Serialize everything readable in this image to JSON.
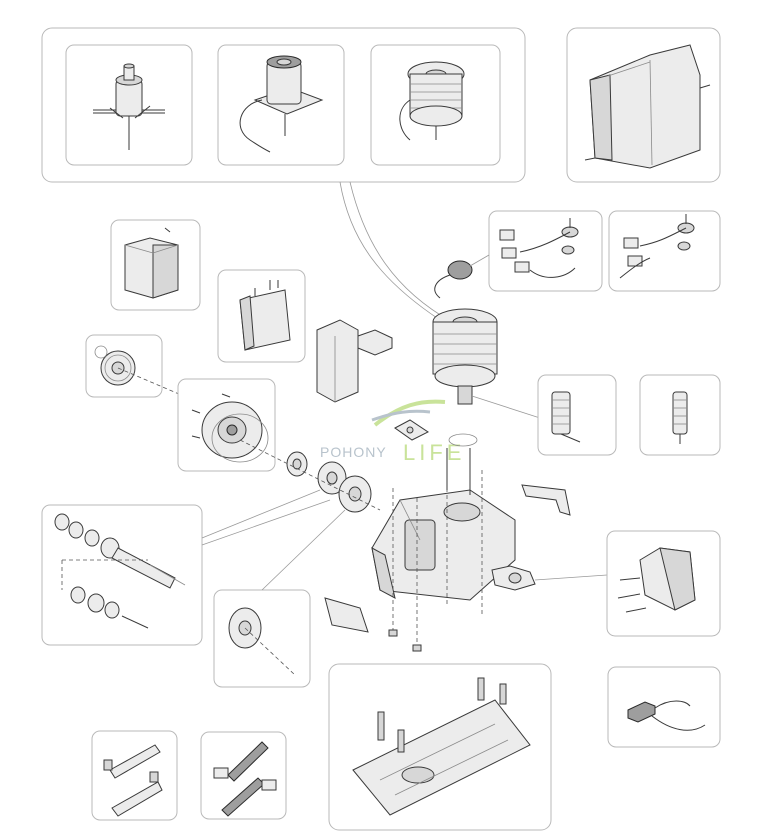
{
  "watermark": {
    "brand_left": "POHONY",
    "brand_right": "LIFE",
    "colors": {
      "blue": "#b8c3cc",
      "green": "#c9e39a"
    }
  },
  "parts": [
    "motor-with-bracket",
    "motor-on-plate",
    "motor-stator",
    "cover",
    "limit-switch-assembly",
    "limit-switch-assembly-alt",
    "control-box",
    "mounting-bracket",
    "connector-block",
    "pinion-gear",
    "gear-housing-flange",
    "gearbox-motor-assembly",
    "spring-small",
    "spring-tall",
    "release-lever",
    "shaft-bearings-kit",
    "drive-gear",
    "main-housing",
    "release-handle",
    "housing-cap",
    "base-plate",
    "cable-switch",
    "rack-bracket-pair",
    "rack-bar-pair"
  ]
}
